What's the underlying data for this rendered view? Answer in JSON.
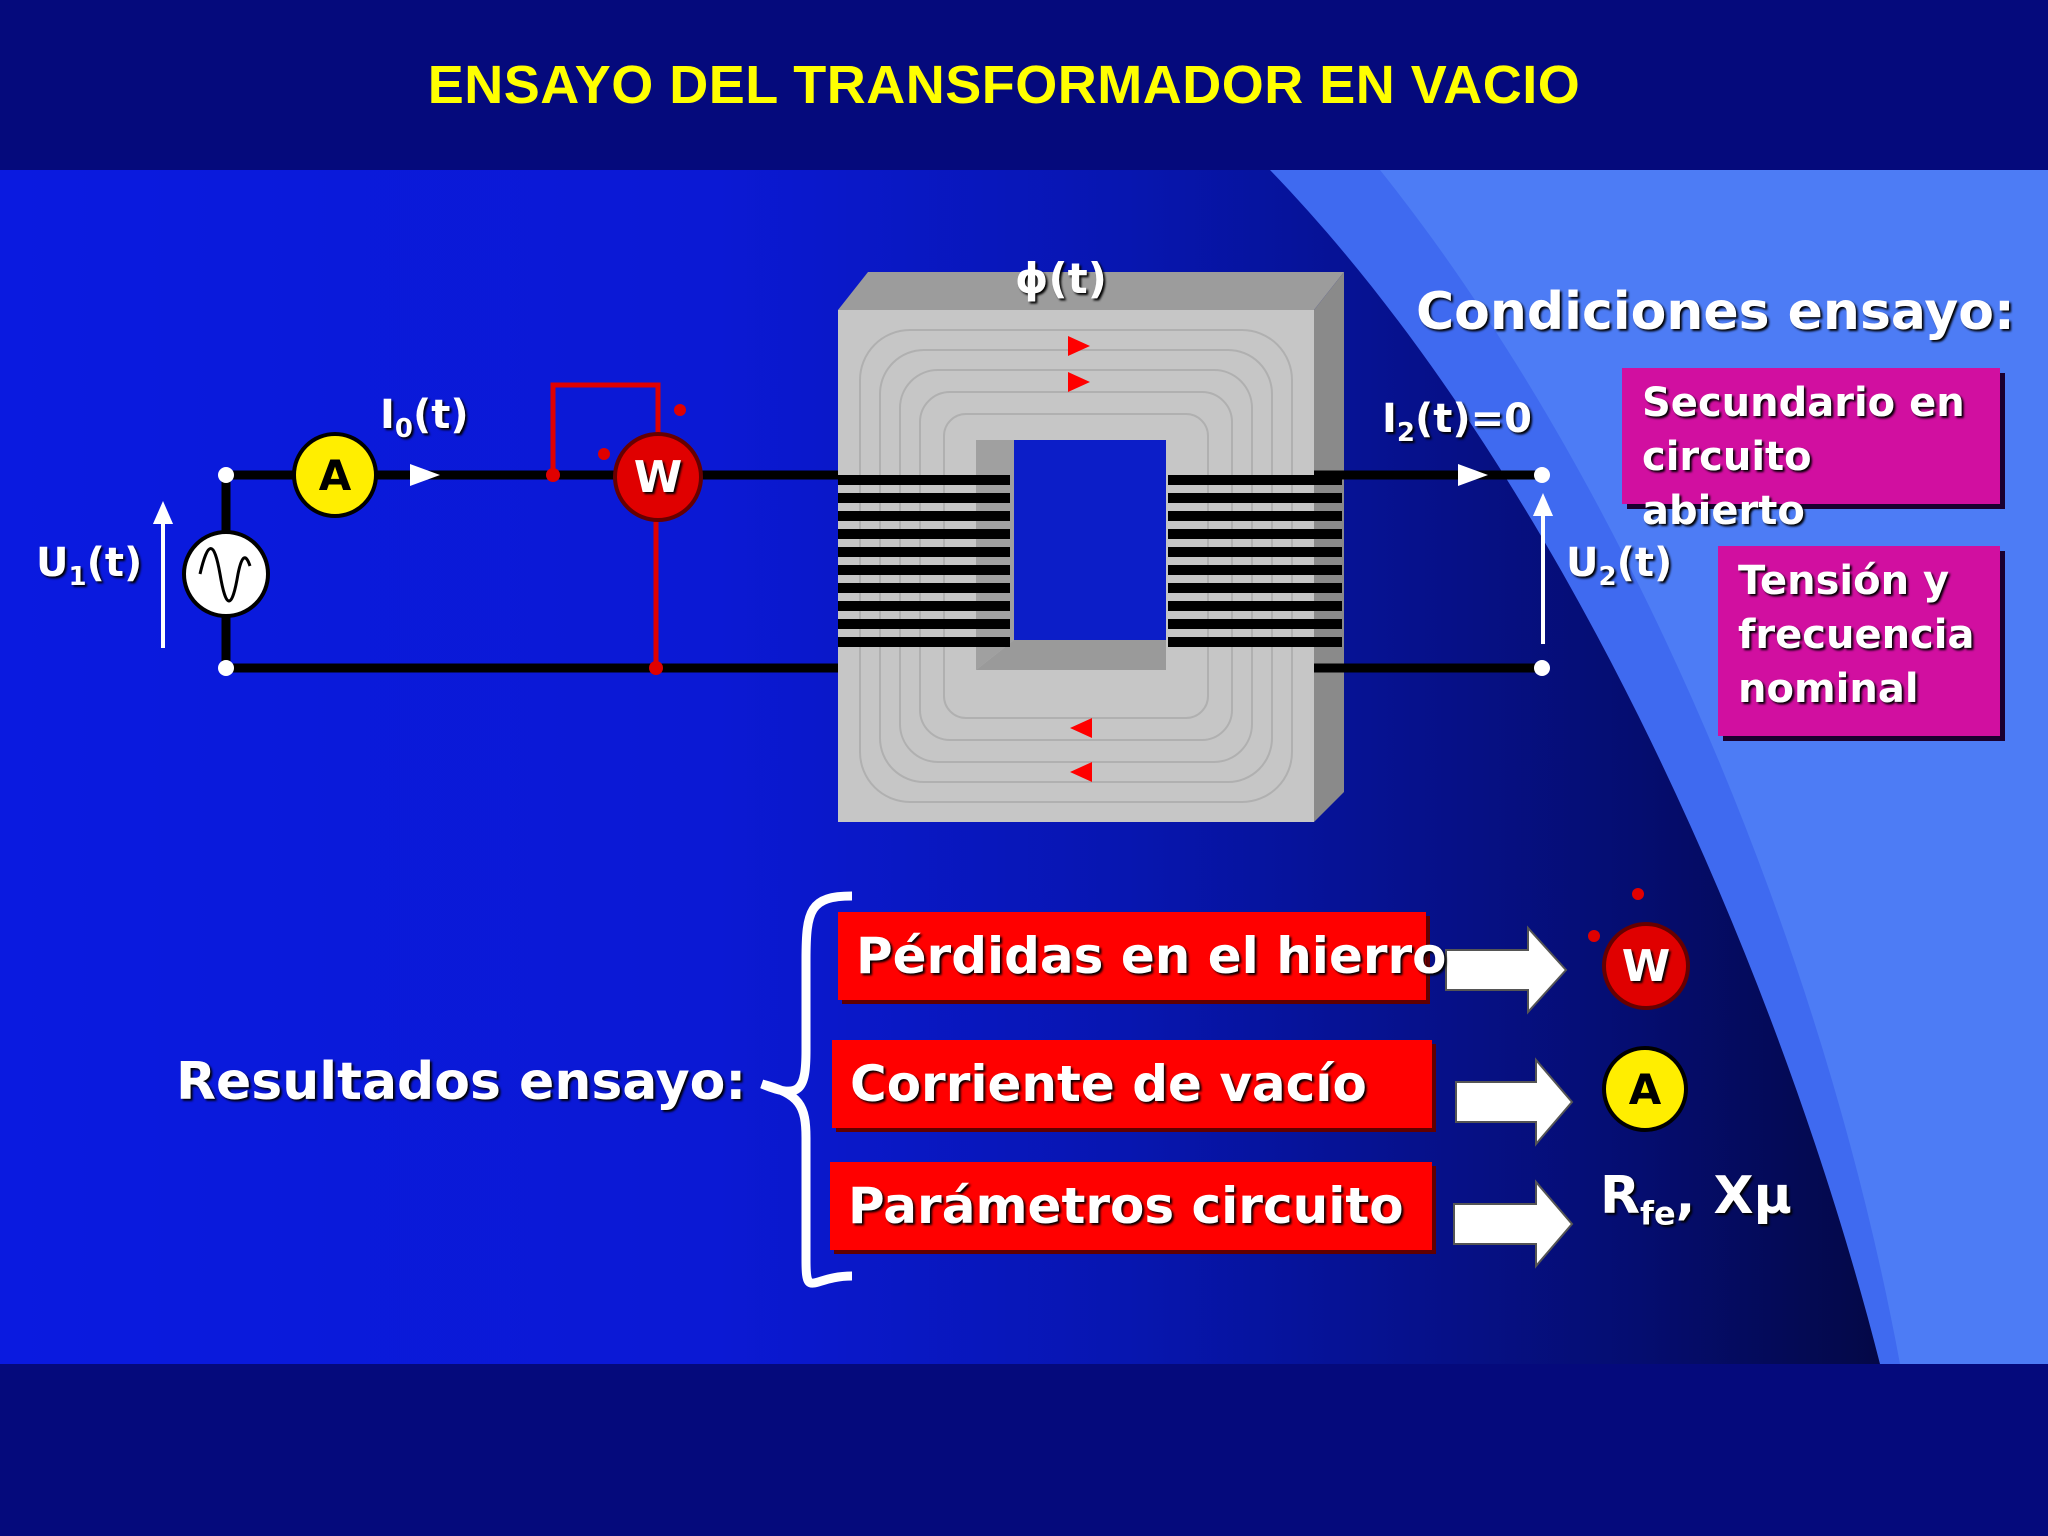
{
  "title": "ENSAYO DEL TRANSFORMADOR EN VACIO",
  "circuit": {
    "source_voltage": {
      "main": "U",
      "sub": "1",
      "tail": "(t)"
    },
    "primary_current": {
      "main": "I",
      "sub": "0",
      "tail": "(t)"
    },
    "secondary_current": {
      "main": "I",
      "sub": "2",
      "tail": "(t)=0"
    },
    "secondary_voltage": {
      "main": "U",
      "sub": "2",
      "tail": "(t)"
    },
    "flux": "ϕ(t)",
    "ammeter": "A",
    "wattmeter": "W"
  },
  "conditions": {
    "heading": "Condiciones ensayo:",
    "items": [
      "Secundario en circuito abierto",
      "Tensión y frecuencia nominal"
    ]
  },
  "results": {
    "heading": "Resultados ensayo:",
    "rows": [
      {
        "label": "Pérdidas en el hierro",
        "instrument": "W"
      },
      {
        "label": "Corriente de vacío",
        "instrument": "A"
      },
      {
        "label": "Parámetros circuito",
        "parameters": {
          "r": "R",
          "r_sub": "fe",
          "sep": ",",
          "x": "Xμ"
        }
      }
    ]
  },
  "colors": {
    "title": "#ffff00",
    "pink_box": "#d10fa0",
    "red_box": "#ff0000",
    "ammeter": "#ffee00",
    "wattmeter": "#e00000",
    "core": "#c8c8c8"
  }
}
